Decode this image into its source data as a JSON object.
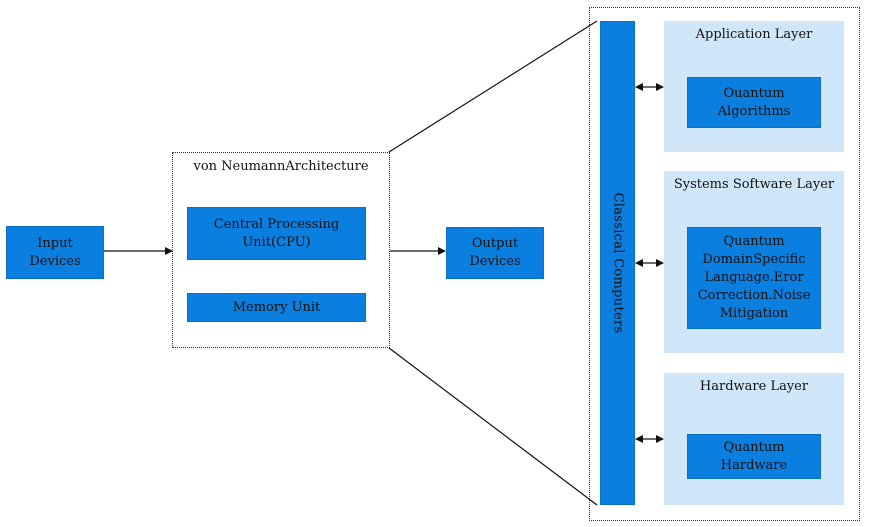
{
  "input_devices": {
    "line1": "Input",
    "line2": "Devices"
  },
  "von_neumann": {
    "title": "von NeumannArchitecture",
    "cpu": {
      "line1": "Central Processing",
      "line2": "Unit(CPU)"
    },
    "memory": {
      "label": "Memory Unit"
    }
  },
  "output_devices": {
    "line1": "Output",
    "line2": "Devices"
  },
  "classical_computers": {
    "label": "Classical  Computers"
  },
  "layers": {
    "application": {
      "title": "Application Layer",
      "box": {
        "line1": "Ouantum",
        "line2": "Algorithms"
      }
    },
    "systems_software": {
      "title": "Systems Software Layer",
      "box": {
        "line1": "Quantum",
        "line2": "DomainSpecific",
        "line3": "Language.Eror",
        "line4": "Correction.Noise",
        "line5": "Mitigation"
      }
    },
    "hardware": {
      "title": "Hardware Layer",
      "box": {
        "line1": "Quantum",
        "line2": "Hardware"
      }
    }
  },
  "colors": {
    "box_fill": "#0a7fe0",
    "layer_fill": "#cfe7f8",
    "line": "#111111"
  }
}
